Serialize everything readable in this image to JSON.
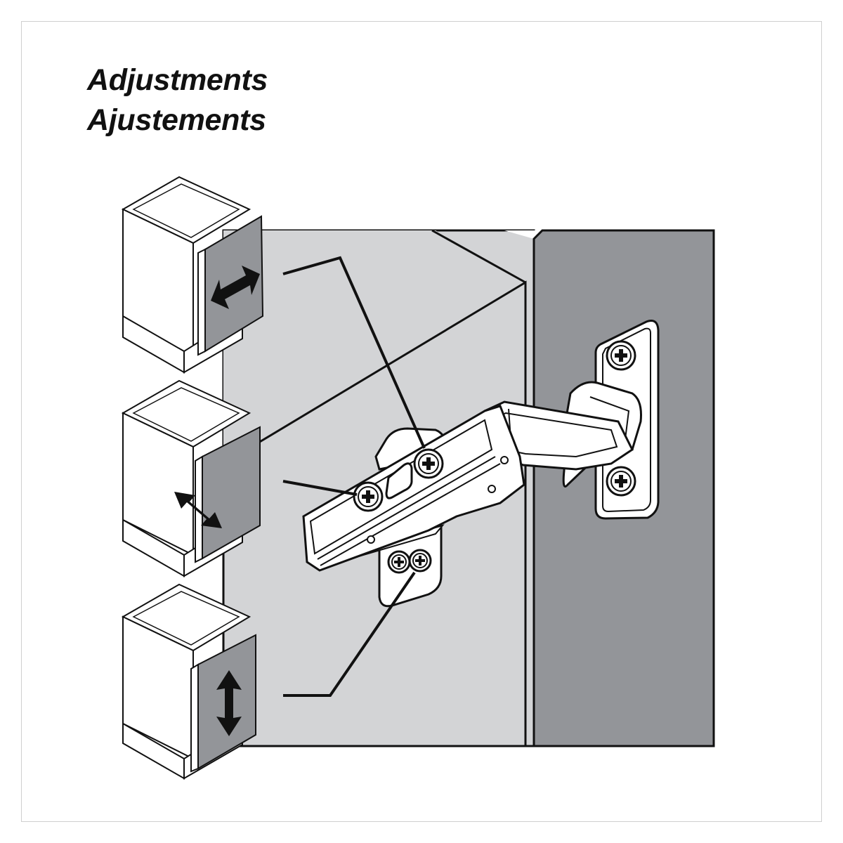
{
  "title": {
    "line1": "Adjustments",
    "line2": "Ajustements"
  },
  "colors": {
    "cabinet_side": "#d3d4d6",
    "door": "#939599",
    "door_small": "#a7a9ac",
    "outline": "#111111",
    "paper": "#ffffff"
  },
  "adjustments": [
    {
      "direction": "side-to-side",
      "icon": "horizontal-double-arrow-icon"
    },
    {
      "direction": "in-and-out",
      "icon": "diagonal-double-arrow-icon"
    },
    {
      "direction": "up-and-down",
      "icon": "vertical-double-arrow-icon"
    }
  ],
  "hinge": {
    "screws": [
      "cup-screw-top",
      "cup-screw-middle",
      "base-screw-left",
      "base-screw-right",
      "plate-screw-top",
      "plate-screw-bottom"
    ]
  }
}
